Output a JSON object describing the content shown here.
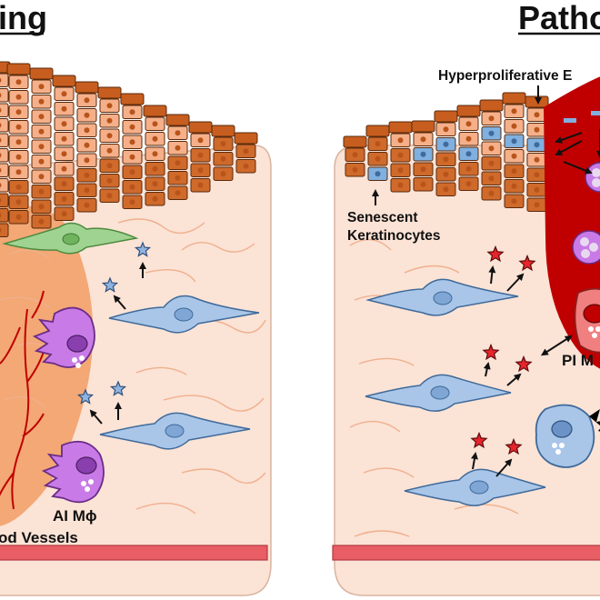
{
  "panels": {
    "left": {
      "title": "ing",
      "labels": {
        "macrophage": "AI Mϕ",
        "vessels": "od Vessels"
      }
    },
    "right": {
      "title": "Patho",
      "labels": {
        "hyperproliferative": "Hyperproliferative E",
        "senescent_line1": "Senescent",
        "senescent_line2": "Keratinocytes",
        "macrophage": "PI M"
      }
    }
  },
  "colors": {
    "keratinocyte": "#f5b08a",
    "keratinocyte_dark": "#cf6a2b",
    "keratinocyte_top": "#c75d1e",
    "nucleus": "#b8541b",
    "dermis": "#fbe3d6",
    "wound_bed": "#f3a876",
    "fibroblast": "#a9c6e8",
    "green_fibroblast": "#9fd391",
    "macrophage_ai": "#c87be6",
    "macrophage_pi": "#f08080",
    "clot": "#c00000",
    "basement": "#e85e64",
    "star_blue": "#8fb4e0",
    "star_red": "#e8242b",
    "senescent": "#7fb0e0",
    "vessel": "#c00000"
  }
}
